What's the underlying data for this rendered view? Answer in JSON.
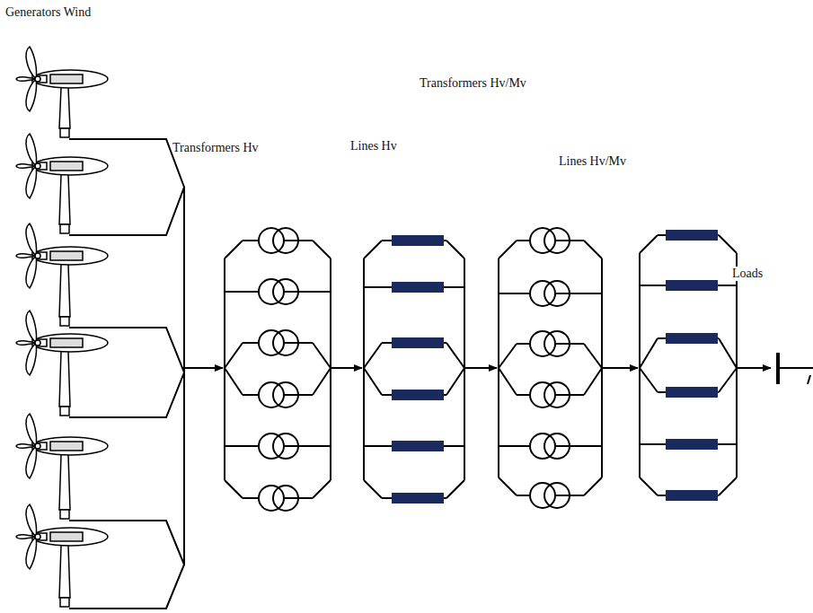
{
  "diagram": {
    "labels": [
      "Generators Wind",
      "Transformers Hv/Mv",
      "Transformers Hv",
      "Lines Hv",
      "Lines Hv/Mv",
      "Loads"
    ]
  }
}
